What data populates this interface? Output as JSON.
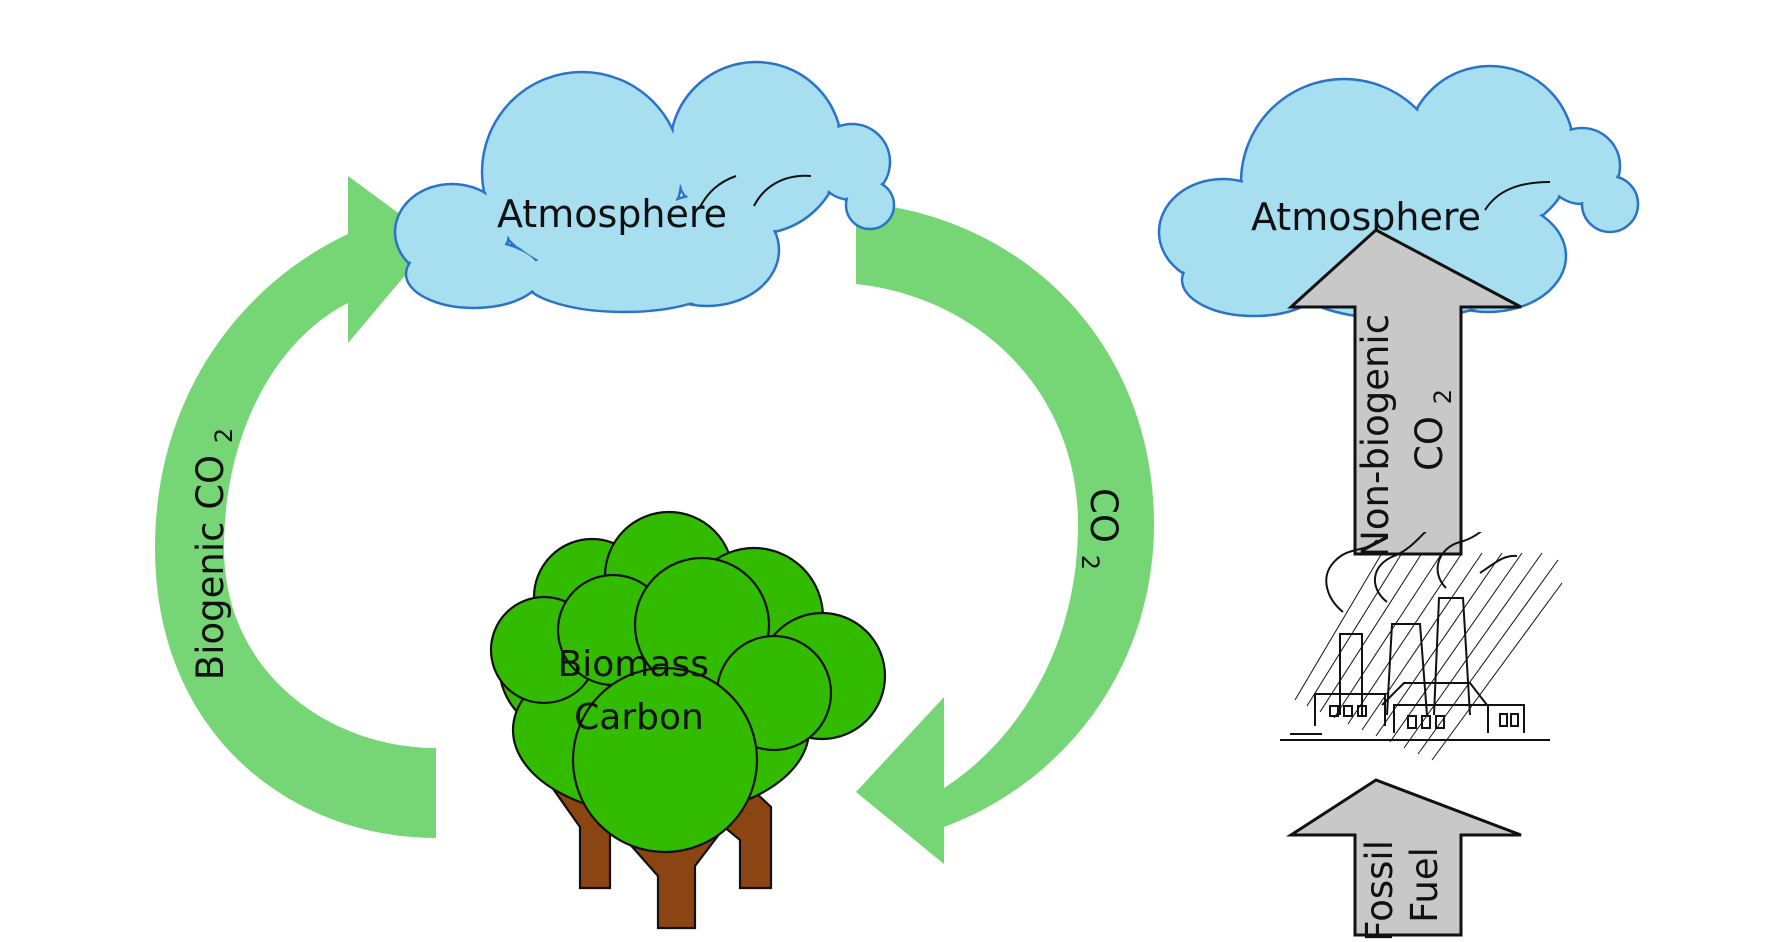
{
  "diagram": {
    "left": {
      "cloud_label": "Atmosphere",
      "arrow_left_label_main": "Biogenic CO",
      "arrow_left_label_sub": "2",
      "arrow_right_label_main": "CO",
      "arrow_right_label_sub": "2",
      "tree_label_line1": "Biomass",
      "tree_label_line2": "Carbon"
    },
    "right": {
      "cloud_label": "Atmosphere",
      "upper_arrow_label_line1": "Non-biogenic",
      "upper_arrow_label_line2_main": "CO",
      "upper_arrow_label_line2_sub": "2",
      "lower_arrow_label_line1": "Fossil",
      "lower_arrow_label_line2": "Fuel"
    }
  },
  "colors": {
    "cloud_fill": "#a8dff0",
    "cloud_stroke": "#2a73c8",
    "green_arrow": "#76d676",
    "tree_canopy": "#33bb00",
    "trunk": "#8b4513",
    "gray_arrow": "#c8c8c8"
  },
  "icons": {
    "factory": "factory-icon",
    "tree": "tree-icon",
    "cloud": "cloud-icon"
  }
}
